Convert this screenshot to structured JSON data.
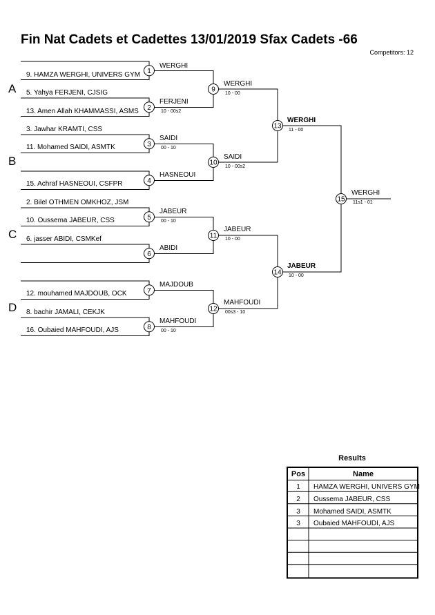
{
  "header": {
    "title": "Fin Nat Cadets et Cadettes  13/01/2019  Sfax   Cadets -66",
    "competitors": "Competitors: 12"
  },
  "pools": [
    "A",
    "B",
    "C",
    "D"
  ],
  "entries": [
    "",
    "9. HAMZA WERGHI, UNIVERS GYM",
    "5. Yahya FERJENI, CJSIG",
    "13. Amen Allah KHAMMASSI, ASMS",
    "3. Jawhar KRAMTI, CSS",
    "11. Mohamed SAIDI, ASMTK",
    "",
    "15. Achraf HASNEOUI, CSFPR",
    "2. Bilel OTHMEN OMKHOZ, JSM",
    "10. Oussema JABEUR, CSS",
    "6. jasser ABIDI, CSMKef",
    "",
    "",
    "12. mouhamed MAJDOUB, OCK",
    "8. bachir JAMALI, CEKJK",
    "16. Oubaied MAHFOUDI, AJS"
  ],
  "matches": [
    {
      "num": "1",
      "winner": "WERGHI",
      "score": ""
    },
    {
      "num": "2",
      "winner": "FERJENI",
      "score": "10 - 00s2"
    },
    {
      "num": "3",
      "winner": "SAIDI",
      "score": "00 - 10"
    },
    {
      "num": "4",
      "winner": "HASNEOUI",
      "score": ""
    },
    {
      "num": "5",
      "winner": "JABEUR",
      "score": "00 - 10"
    },
    {
      "num": "6",
      "winner": "ABIDI",
      "score": ""
    },
    {
      "num": "7",
      "winner": "MAJDOUB",
      "score": ""
    },
    {
      "num": "8",
      "winner": "MAHFOUDI",
      "score": "00 - 10"
    },
    {
      "num": "9",
      "winner": "WERGHI",
      "score": "10 - 00"
    },
    {
      "num": "10",
      "winner": "SAIDI",
      "score": "10 - 00s2"
    },
    {
      "num": "11",
      "winner": "JABEUR",
      "score": "10 - 00"
    },
    {
      "num": "12",
      "winner": "MAHFOUDI",
      "score": "00s3 - 10"
    },
    {
      "num": "13",
      "winner": "WERGHI",
      "score": "11 - 00"
    },
    {
      "num": "14",
      "winner": "JABEUR",
      "score": "10 - 00"
    },
    {
      "num": "15",
      "winner": "WERGHI",
      "score": "11s1 - 01"
    }
  ],
  "results": {
    "title": "Results",
    "headers": {
      "pos": "Pos",
      "name": "Name"
    },
    "rows": [
      {
        "pos": "1",
        "name": "HAMZA WERGHI, UNIVERS GYM"
      },
      {
        "pos": "2",
        "name": "Oussema JABEUR, CSS"
      },
      {
        "pos": "3",
        "name": "Mohamed SAIDI, ASMTK"
      },
      {
        "pos": "3",
        "name": "Oubaied MAHFOUDI, AJS"
      },
      {
        "pos": "",
        "name": ""
      },
      {
        "pos": "",
        "name": ""
      },
      {
        "pos": "",
        "name": ""
      },
      {
        "pos": "",
        "name": ""
      }
    ]
  }
}
